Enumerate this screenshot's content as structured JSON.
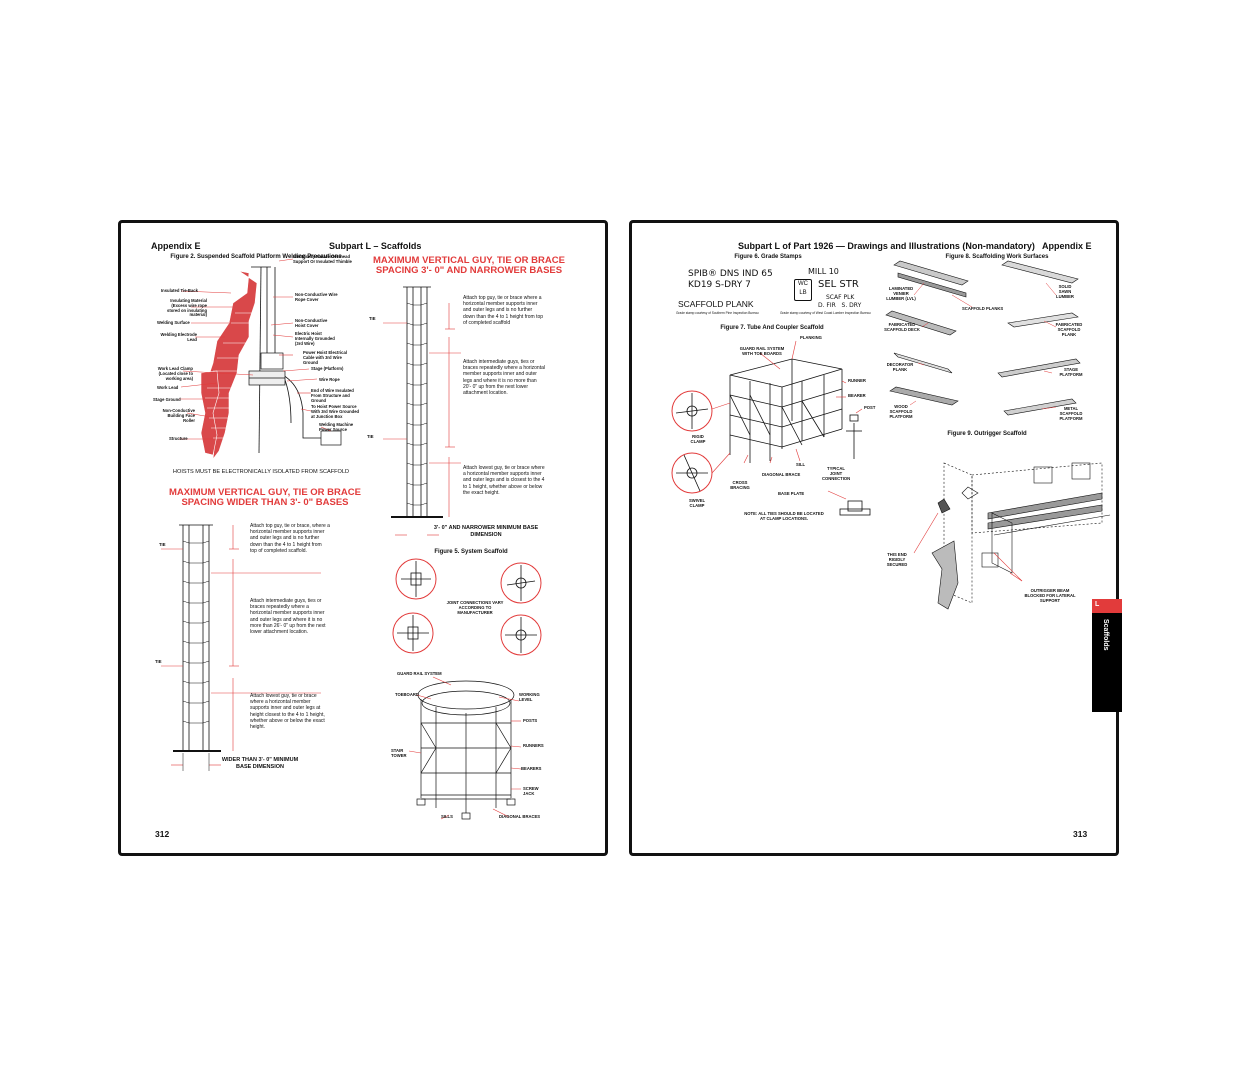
{
  "left_page": {
    "header_left": "Appendix E",
    "header_center": "Subpart L – Scaffolds",
    "fig2_title": "Figure 2. Suspended Scaffold Platform Welding Precautions",
    "fig2_labels": {
      "electrically_isolate": "Electrically Isolate Overhead Support Or Insulated Thimble",
      "insulated_tieback": "Insulated Tie-Back",
      "insulating_material": "Insulating Material (Excess wire rope stored on insulating material)",
      "welding_surface": "Welding Surface",
      "welding_electrode": "Welding Electrode Lead",
      "work_lead_clamp": "Work Lead Clamp (Located close to working area)",
      "work_lead": "Work Lead",
      "stage_ground": "Stage Ground",
      "bumper": "Non-Conductive Building Face Roller",
      "structure": "Structure",
      "wire_rope_cover": "Non-Conductive Wire Rope Cover",
      "hoist_cover": "Non-Conductive Hoist Cover",
      "electric_hoist": "Electric Hoist Internally Grounded (3rd Wire)",
      "power_cable": "Power Hoist Electrical Cable with 3rd Wire Ground",
      "stage_platform": "Stage (Platform)",
      "wire_rope": "Wire Rope",
      "end_wire_rope": "End of Wire Insulated From Structure and Ground",
      "hoist_power_source": "To Hoist Power Source With 3rd Wire Grounded at Junction Box",
      "welding_machine": "Welding Machine Power Source"
    },
    "hoists_note": "HOISTS MUST BE ELECTRONICALLY ISOLATED FROM SCAFFOLD",
    "red_heading_wide": "MAXIMUM VERTICAL GUY, TIE OR BRACE SPACING WIDER THAN 3'- 0\" BASES",
    "red_heading_narrow": "MAXIMUM VERTICAL GUY, TIE OR BRACE SPACING 3'- 0\" AND NARROWER BASES",
    "tie_label": "TIE",
    "wide_notes": [
      "Attach top guy, tie or brace, where a horizontal member supports inner and outer legs and is no further down than the 4 to 1 height from top of completed scaffold.",
      "Attach intermediate guys, ties or braces repeatedly where a horizontal member supports inner and outer legs and where it is no more than 26'- 0\" up from the next lower attachment location.",
      "Attach lowest guy, tie or brace where a horizontal member supports inner and outer legs at height closest to the 4 to 1 height, whether above or below the exact height."
    ],
    "narrow_notes": [
      "Attach top guy, tie or brace where a horizontal member supports inner and outer legs and is no further down than the 4 to 1 height from top of completed scaffold",
      "Attach intermediate guys, ties or braces repeatedly where a horizontal member supports inner and outer legs and where it is no more than 20'- 0\" up from the next lower attachment location.",
      "Attach lowest guy, tie or brace where a horizontal member supports inner and outer legs and is closest to the 4 to 1 height, whether above or below the exact height."
    ],
    "dim_wide": "WIDER THAN 3'- 0\" MINIMUM BASE DIMENSION",
    "dim_narrow": "3'- 0\" AND NARROWER MINIMUM BASE DIMENSION",
    "fig5_title": "Figure 5. System Scaffold",
    "joint_note": "JOINT CONNECTIONS VARY ACCORDING TO MANUFACTURER",
    "fig5_labels": {
      "guard_rail": "GUARD RAIL SYSTEM",
      "toeboard": "TOEBOARD",
      "working_level": "WORKING LEVEL",
      "posts": "POSTS",
      "runners": "RUNNERS",
      "bearers": "BEARERS",
      "screw_jack": "SCREW JACK",
      "stair_tower": "STAIR TOWER",
      "sills": "SILLS",
      "diagonal_braces": "DIAGONAL BRACES"
    },
    "page_number": "312"
  },
  "right_page": {
    "header_center": "Subpart L of Part 1926 — Drawings and Illustrations (Non-mandatory)",
    "header_right": "Appendix E",
    "fig6_title": "Figure 6. Grade Stamps",
    "stamp1_lines": [
      "SPIB® DNS IND 65",
      "KD19 S-DRY 7",
      "SCAFFOLD PLANK"
    ],
    "stamp1_caption": "Grade stamp courtesy of Southern Pine Inspection Bureau",
    "stamp2_lines": [
      "MILL 10",
      "WC LB",
      "SEL STR",
      "SCAF PLK",
      "D. FIR   S. DRY"
    ],
    "stamp2_caption": "Grade stamp courtesy of West Coast Lumber Inspection Bureau",
    "fig7_title": "Figure 7. Tube And Coupler Scaffold",
    "fig7_labels": {
      "planking": "PLANKING",
      "guard_rail": "GUARD RAIL SYSTEM WITH TOE BOARDS",
      "runner": "RUNNER",
      "bearer": "BEARER",
      "post": "POST",
      "rigid_clamp": "RIGID CLAMP",
      "swivel_clamp": "SWIVEL CLAMP",
      "cross_bracing": "CROSS BRACING",
      "diagonal_brace": "DIAGONAL BRACE",
      "sill": "SILL",
      "typical_joint": "TYPICAL JOINT CONNECTION",
      "base_plate": "BASE PLATE",
      "note": "NOTE: ALL TIES SHOULD BE LOCATED AT CLAMP LOCATIONS."
    },
    "fig8_title": "Figure 8. Scaffolding Work Surfaces",
    "fig8_labels": {
      "lvl": "LAMINATED VENIER LUMBER (LVL)",
      "solid_sawn": "SOLID SAWN LUMBER",
      "scaffold_planks": "SCAFFOLD PLANKS",
      "fab_deck": "FABRICATED SCAFFOLD DECK",
      "fab_plank": "FABRICATED SCAFFOLD PLANK",
      "decorator": "DECORATOR PLANK",
      "stage": "STAGE PLATFORM",
      "wood": "WOOD SCAFFOLD PLATFORM",
      "metal": "METAL SCAFFOLD PLATFORM"
    },
    "fig9_title": "Figure 9. Outrigger Scaffold",
    "fig9_labels": {
      "rigidly_secured": "THIS END RIGIDLY SECURED",
      "outrigger_beam": "OUTRIGGER BEAM BLOCKED FOR LATERAL SUPPORT"
    },
    "tab_letter": "L",
    "tab_text": "Scaffolds",
    "page_number": "313"
  },
  "colors": {
    "accent_red": "#e23b3b",
    "brick": "#d9484a",
    "border": "#111111",
    "tab_black": "#000000"
  }
}
